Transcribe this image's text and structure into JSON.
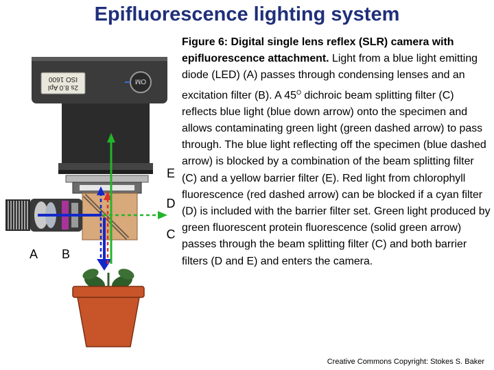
{
  "title": "Epifluorescence lighting system",
  "caption": {
    "lead": "Figure 6:  Digital single lens reflex (SLR) camera with epifluorescence attachment.",
    "p1": "  Light from a blue light emitting diode (LED) (A) passes through condensing lenses and an excitation filter (B).  A 45",
    "degree": "O",
    "p2": " dichroic beam splitting filter (C) reflects blue light (blue down arrow) onto the specimen and allows contaminating green light (green dashed arrow) to pass through.  The blue light reflecting off the specimen (blue dashed arrow) is blocked by a combination of the beam splitting filter (C) and a yellow barrier filter (E).  Red light from chlorophyll fluorescence (red dashed arrow) can be blocked if a cyan filter (D) is included with the barrier filter set.  Green light produced by green fluorescent protein fluorescence (solid green arrow) passes through the beam splitting filter (C) and both barrier filters (D and E) and enters the camera."
  },
  "credit": "Creative Commons Copyright: Stokes S. Baker",
  "figure": {
    "camera_lcd_line1": "ISO 1600",
    "camera_lcd_line2": "2s  8.0  Apl",
    "camera_badge": "OM",
    "labels": {
      "A": "A",
      "B": "B",
      "C": "C",
      "D": "D",
      "E": "E"
    }
  },
  "colors": {
    "title": "#1f2f7a",
    "blue_light": "#1428c8",
    "green_light": "#22b52a",
    "red_light": "#e0302a",
    "pot": "#c8552a",
    "leaf": "#2f5e2a",
    "filter_box": "#d8a97a"
  }
}
